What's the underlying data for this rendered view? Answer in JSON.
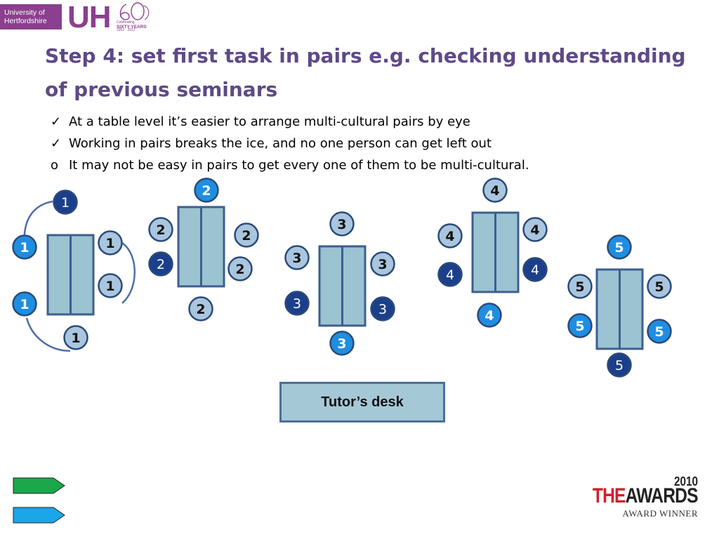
{
  "logo": {
    "university_line1": "University of",
    "university_line2": "Hertfordshire",
    "letters": "UH",
    "sixty_line1": "Celebrating",
    "sixty_line2": "SIXTY YEARS",
    "sixty_line3": "1952 - 2012",
    "brand_color": "#8b3f8e"
  },
  "title": "Step 4: set first task in pairs e.g. checking understanding of previous seminars",
  "bullets": [
    {
      "marker": "✓",
      "text": "At a table level it’s easier to arrange multi-cultural pairs by eye"
    },
    {
      "marker": "✓",
      "text": "Working in pairs breaks the ice, and no one person can get left out"
    },
    {
      "marker": "o",
      "text": "It may not be easy in pairs to get every one of them to be multi-cultural."
    }
  ],
  "tables": [
    {
      "group": "1",
      "students": [
        {
          "label": "1",
          "style": "dark"
        },
        {
          "label": "1",
          "style": "blue"
        },
        {
          "label": "1",
          "style": "blue"
        },
        {
          "label": "1",
          "style": "light"
        },
        {
          "label": "1",
          "style": "light"
        },
        {
          "label": "1",
          "style": "light"
        }
      ]
    },
    {
      "group": "2",
      "students": [
        {
          "label": "2",
          "style": "blue"
        },
        {
          "label": "2",
          "style": "light"
        },
        {
          "label": "2",
          "style": "dark"
        },
        {
          "label": "2",
          "style": "light"
        },
        {
          "label": "2",
          "style": "light"
        },
        {
          "label": "2",
          "style": "light"
        }
      ]
    },
    {
      "group": "3",
      "students": [
        {
          "label": "3",
          "style": "light"
        },
        {
          "label": "3",
          "style": "light"
        },
        {
          "label": "3",
          "style": "dark"
        },
        {
          "label": "3",
          "style": "light"
        },
        {
          "label": "3",
          "style": "dark"
        },
        {
          "label": "3",
          "style": "blue"
        }
      ]
    },
    {
      "group": "4",
      "students": [
        {
          "label": "4",
          "style": "light"
        },
        {
          "label": "4",
          "style": "light"
        },
        {
          "label": "4",
          "style": "dark"
        },
        {
          "label": "4",
          "style": "light"
        },
        {
          "label": "4",
          "style": "dark"
        },
        {
          "label": "4",
          "style": "blue"
        }
      ]
    },
    {
      "group": "5",
      "students": [
        {
          "label": "5",
          "style": "blue"
        },
        {
          "label": "5",
          "style": "light"
        },
        {
          "label": "5",
          "style": "blue"
        },
        {
          "label": "5",
          "style": "light"
        },
        {
          "label": "5",
          "style": "blue"
        },
        {
          "label": "5",
          "style": "dark"
        }
      ]
    }
  ],
  "tutor_desk": "Tutor’s desk",
  "awards": {
    "year": "2010",
    "the": "THE",
    "awards": "AWARDS",
    "subtitle": "AWARD WINNER"
  },
  "nav": {
    "next_color": "#1aa84a",
    "back_color": "#1aa6e8"
  },
  "colors": {
    "table_fill": "#9cc3d2",
    "table_border": "#3d5f8d",
    "student_dark": "#1b3f8a",
    "student_blue": "#1f8ee0",
    "student_light": "#a9c6de",
    "title": "#5e4a86"
  }
}
